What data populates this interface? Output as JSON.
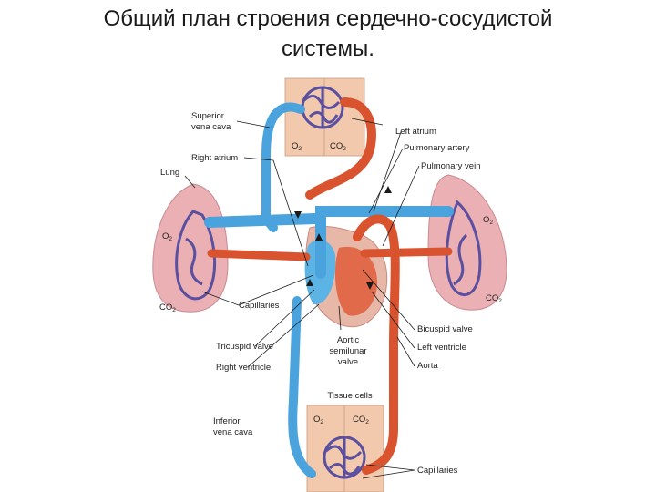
{
  "title": {
    "line1": "Общий план строения сердечно-сосудистой",
    "line2": "системы."
  },
  "labels": {
    "superior_vena_cava_1": "Superior",
    "superior_vena_cava_2": "vena cava",
    "right_atrium": "Right atrium",
    "lung": "Lung",
    "capillaries_lung": "Capillaries",
    "tricuspid_valve": "Tricuspid valve",
    "right_ventricle": "Right ventricle",
    "inferior_vena_cava_1": "Inferior",
    "inferior_vena_cava_2": "vena cava",
    "left_atrium": "Left atrium",
    "pulmonary_artery": "Pulmonary artery",
    "pulmonary_vein": "Pulmonary vein",
    "bicuspid_valve": "Bicuspid valve",
    "left_ventricle": "Left ventricle",
    "aorta": "Aorta",
    "aortic_valve_1": "Aortic",
    "aortic_valve_2": "semilunar",
    "aortic_valve_3": "valve",
    "tissue_cells": "Tissue cells",
    "capillaries_body": "Capillaries"
  },
  "gases": {
    "o2": "O",
    "co2": "CO",
    "sub": "2"
  },
  "colors": {
    "oxygenated": "#d9532f",
    "deoxygenated": "#4aa3dc",
    "capillary_bed": "#5b4fa0",
    "tissue": "#f2c9ad",
    "lung": "#eab0b4"
  }
}
